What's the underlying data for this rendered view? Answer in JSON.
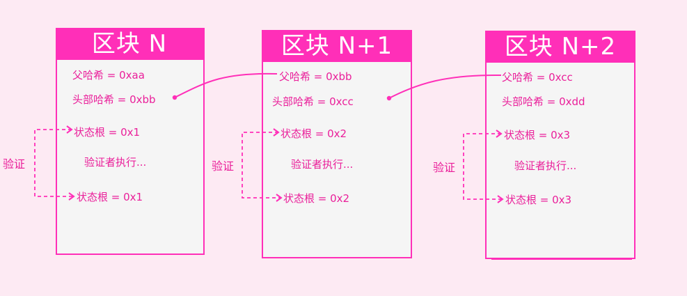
{
  "colors": {
    "background": "#fdeaf3",
    "accent": "#ff2fb8",
    "text": "#ea1f9a",
    "sheet": "#f5f5f5"
  },
  "blocks": [
    {
      "title": "区块 N",
      "parent_hash": "父哈希 = 0xaa",
      "header_hash": "头部哈希 = 0xbb",
      "state_root_top": "状态根 = 0x1",
      "executing": "验证者执行...",
      "state_root_bottom": "状态根 = 0x1",
      "verify": "验证"
    },
    {
      "title": "区块 N+1",
      "parent_hash": "父哈希 = 0xbb",
      "header_hash": "头部哈希 = 0xcc",
      "state_root_top": "状态根 = 0x2",
      "executing": "验证者执行...",
      "state_root_bottom": "状态根 = 0x2",
      "verify": "验证"
    },
    {
      "title": "区块 N+2",
      "parent_hash": "父哈希 = 0xcc",
      "header_hash": "头部哈希 = 0xdd",
      "state_root_top": "状态根 = 0x3",
      "executing": "验证者执行...",
      "state_root_bottom": "状态根 = 0x3",
      "verify": "验证"
    }
  ]
}
